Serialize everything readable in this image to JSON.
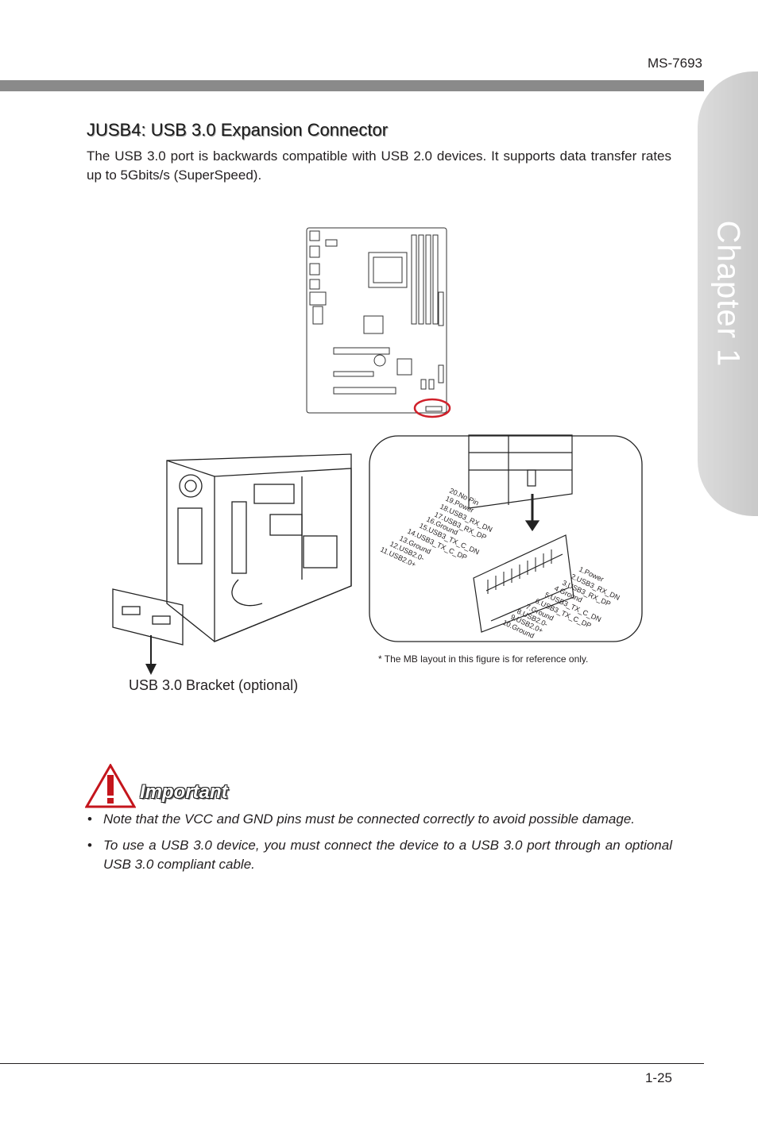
{
  "header": {
    "model": "MS-7693",
    "chapter_tab": "Chapter 1"
  },
  "section": {
    "title": "JUSB4: USB 3.0 Expansion Connector",
    "intro": "The USB 3.0 port is backwards compatible with USB 2.0 devices. It supports data transfer rates up to 5Gbits/s (SuperSpeed)."
  },
  "figure": {
    "pins_left": [
      "20.No Pin",
      "19.Power",
      "18.USB3_RX_DN",
      "17.USB3_RX_DP",
      "16.Ground",
      "15.USB3_TX_C_DN",
      "14.USB3_TX_C_DP",
      "13.Ground",
      "12.USB2.0-",
      "11.USB2.0+"
    ],
    "pins_right": [
      "1.Power",
      "2.USB3_RX_DN",
      "3.USB3_RX_DP",
      "4.Ground",
      "5.USB3_TX_C_DN",
      "6.USB3_TX_C_DP",
      "7.Ground",
      "8.USB2.0-",
      "9.USB2.0+",
      "10.Ground"
    ],
    "note": "* The MB layout in this figure is for reference only.",
    "bracket_label": "USB 3.0 Bracket (optional)",
    "highlight_color": "#d0202a"
  },
  "important": {
    "title": "Important",
    "bullets": [
      "Note that the VCC and GND pins must be connected correctly to avoid possible damage.",
      "To use a USB 3.0 device, you must connect the device to a USB 3.0 port through an optional USB 3.0 compliant cable."
    ],
    "icon": "warning-triangle-icon",
    "icon_color": "#c4151c"
  },
  "footer": {
    "page_number": "1-25"
  }
}
